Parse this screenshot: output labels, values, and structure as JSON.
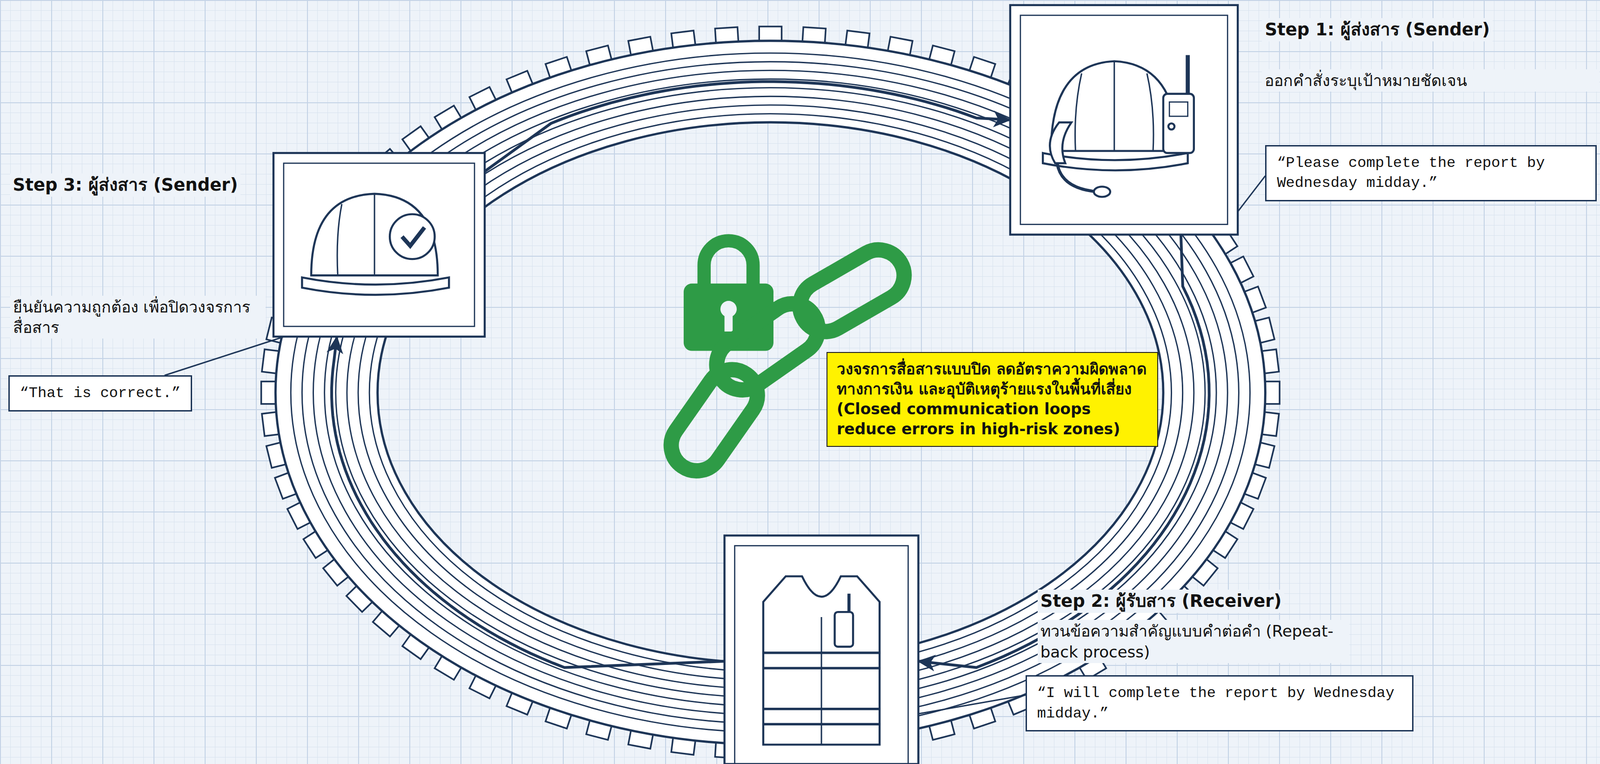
{
  "diagram": {
    "nodes": [
      {
        "text": [
          "Step 1: ผู้ส่งสาร (Sender)",
          "ออกคำสั่งระบุเป้าหมายชัดเจน"
        ]
      },
      {
        "text": [
          "“Please complete the report by Wednesday midday.”"
        ]
      },
      {
        "text": [
          "Step 2: ผู้รับสาร (Receiver)",
          "ทวนข้อความสำคัญแบบคำต่อคำ (Repeat-back process)"
        ]
      },
      {
        "text": [
          "“I will complete the report by Wednesday midday.”"
        ]
      },
      {
        "text": [
          "Step 3: ผู้ส่งสาร (Sender)",
          "ยืนยันความถูกต้อง เพื่อปิดวงจรการสื่อสาร"
        ]
      },
      {
        "text": [
          "“That is correct.”"
        ]
      },
      {
        "text": [
          "วงจรการสื่อสารแบบปิด ลดอัตราความผิดพลาดทางการเงิน และอุบัติเหตุร้ายแรงในพื้นที่เสี่ยง",
          "(Closed communication loops reduce errors in high-risk zones)"
        ]
      }
    ],
    "edges": [
      {
        "from": 0,
        "to": 1,
        "arrow": "none"
      },
      {
        "from": 2,
        "to": 3,
        "arrow": "none"
      },
      {
        "from": 4,
        "to": 5,
        "arrow": "none"
      },
      {
        "from": 0,
        "to": 2,
        "arrow": "to"
      },
      {
        "from": 2,
        "to": 4,
        "arrow": "to"
      },
      {
        "from": 4,
        "to": 0,
        "arrow": "to"
      }
    ]
  }
}
